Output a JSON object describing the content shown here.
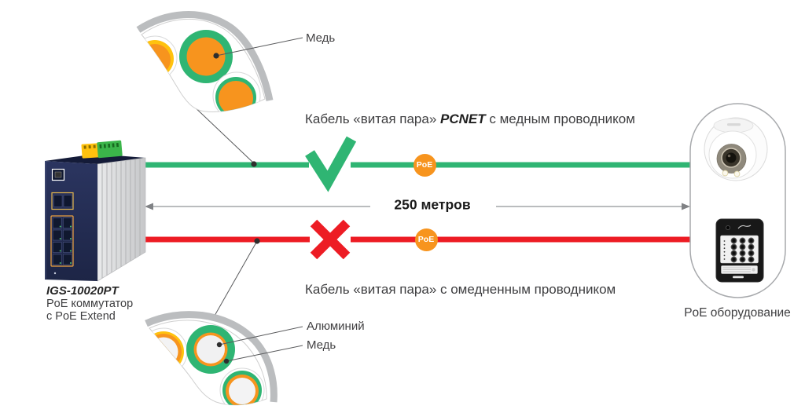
{
  "diagram": {
    "distance_label": "250 метров",
    "good_cable": {
      "prefix": "Кабель «витая пара»",
      "brand": "PCNET",
      "suffix": "с медным проводником"
    },
    "bad_cable": "Кабель «витая пара» с омедненным проводником",
    "poe_badge": "PoE",
    "callouts": {
      "copper_top": "Медь",
      "aluminum": "Алюминий",
      "copper_bottom": "Медь"
    },
    "switch": {
      "model": "IGS-10020PT",
      "desc1": "PoE коммутатор",
      "desc2": "с PoE Extend"
    },
    "equipment_label": "PoE оборудование",
    "icons": {
      "good": "check-icon",
      "bad": "cross-icon",
      "power": "poe-badge"
    },
    "colors": {
      "green": "#2FB573",
      "red": "#ED1C24",
      "orange": "#F7941E",
      "yellow": "#FFC20E",
      "jacket_gray": "#BBBDBF",
      "arrow_gray": "#919396",
      "switch_navy": "#242D55",
      "text": "#3E3E40"
    }
  }
}
